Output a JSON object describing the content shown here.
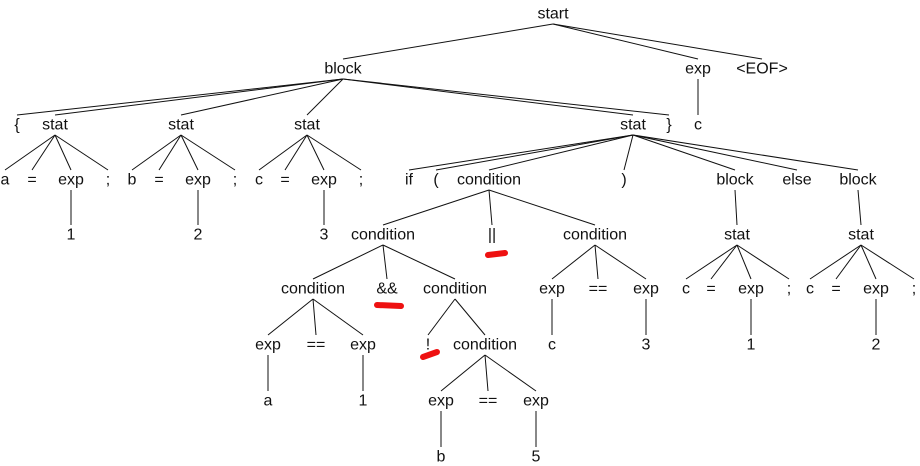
{
  "colors": {
    "text": "#111111",
    "edge": "#111111",
    "highlight": "#ee1111"
  },
  "tree": {
    "label": "start",
    "children": [
      {
        "label": "block",
        "children": [
          {
            "label": "{"
          },
          {
            "label": "stat",
            "children": [
              {
                "label": "a"
              },
              {
                "label": "="
              },
              {
                "label": "exp",
                "children": [
                  {
                    "label": "1"
                  }
                ]
              },
              {
                "label": ";"
              }
            ]
          },
          {
            "label": "stat",
            "children": [
              {
                "label": "b"
              },
              {
                "label": "="
              },
              {
                "label": "exp",
                "children": [
                  {
                    "label": "2"
                  }
                ]
              },
              {
                "label": ";"
              }
            ]
          },
          {
            "label": "stat",
            "children": [
              {
                "label": "c"
              },
              {
                "label": "="
              },
              {
                "label": "exp",
                "children": [
                  {
                    "label": "3"
                  }
                ]
              },
              {
                "label": ";"
              }
            ]
          },
          {
            "label": "stat",
            "children": [
              {
                "label": "if"
              },
              {
                "label": "("
              },
              {
                "label": "condition",
                "children": [
                  {
                    "label": "condition",
                    "children": [
                      {
                        "label": "condition",
                        "children": [
                          {
                            "label": "exp",
                            "children": [
                              {
                                "label": "a"
                              }
                            ]
                          },
                          {
                            "label": "=="
                          },
                          {
                            "label": "exp",
                            "children": [
                              {
                                "label": "1"
                              }
                            ]
                          }
                        ]
                      },
                      {
                        "label": "&&",
                        "highlighted": true
                      },
                      {
                        "label": "condition",
                        "children": [
                          {
                            "label": "!",
                            "highlighted": true
                          },
                          {
                            "label": "condition",
                            "children": [
                              {
                                "label": "exp",
                                "children": [
                                  {
                                    "label": "b"
                                  }
                                ]
                              },
                              {
                                "label": "=="
                              },
                              {
                                "label": "exp",
                                "children": [
                                  {
                                    "label": "5"
                                  }
                                ]
                              }
                            ]
                          }
                        ]
                      }
                    ]
                  },
                  {
                    "label": "||",
                    "highlighted": true
                  },
                  {
                    "label": "condition",
                    "children": [
                      {
                        "label": "exp",
                        "children": [
                          {
                            "label": "c"
                          }
                        ]
                      },
                      {
                        "label": "=="
                      },
                      {
                        "label": "exp",
                        "children": [
                          {
                            "label": "3"
                          }
                        ]
                      }
                    ]
                  }
                ]
              },
              {
                "label": ")"
              },
              {
                "label": "block",
                "children": [
                  {
                    "label": "stat",
                    "children": [
                      {
                        "label": "c"
                      },
                      {
                        "label": "="
                      },
                      {
                        "label": "exp",
                        "children": [
                          {
                            "label": "1"
                          }
                        ]
                      },
                      {
                        "label": ";"
                      }
                    ]
                  }
                ]
              },
              {
                "label": "else"
              },
              {
                "label": "block",
                "children": [
                  {
                    "label": "stat",
                    "children": [
                      {
                        "label": "c"
                      },
                      {
                        "label": "="
                      },
                      {
                        "label": "exp",
                        "children": [
                          {
                            "label": "2"
                          }
                        ]
                      },
                      {
                        "label": ";"
                      }
                    ]
                  }
                ]
              }
            ]
          },
          {
            "label": "}"
          }
        ]
      },
      {
        "label": "exp",
        "children": [
          {
            "label": "c"
          }
        ]
      },
      {
        "label": "<EOF>"
      }
    ]
  }
}
